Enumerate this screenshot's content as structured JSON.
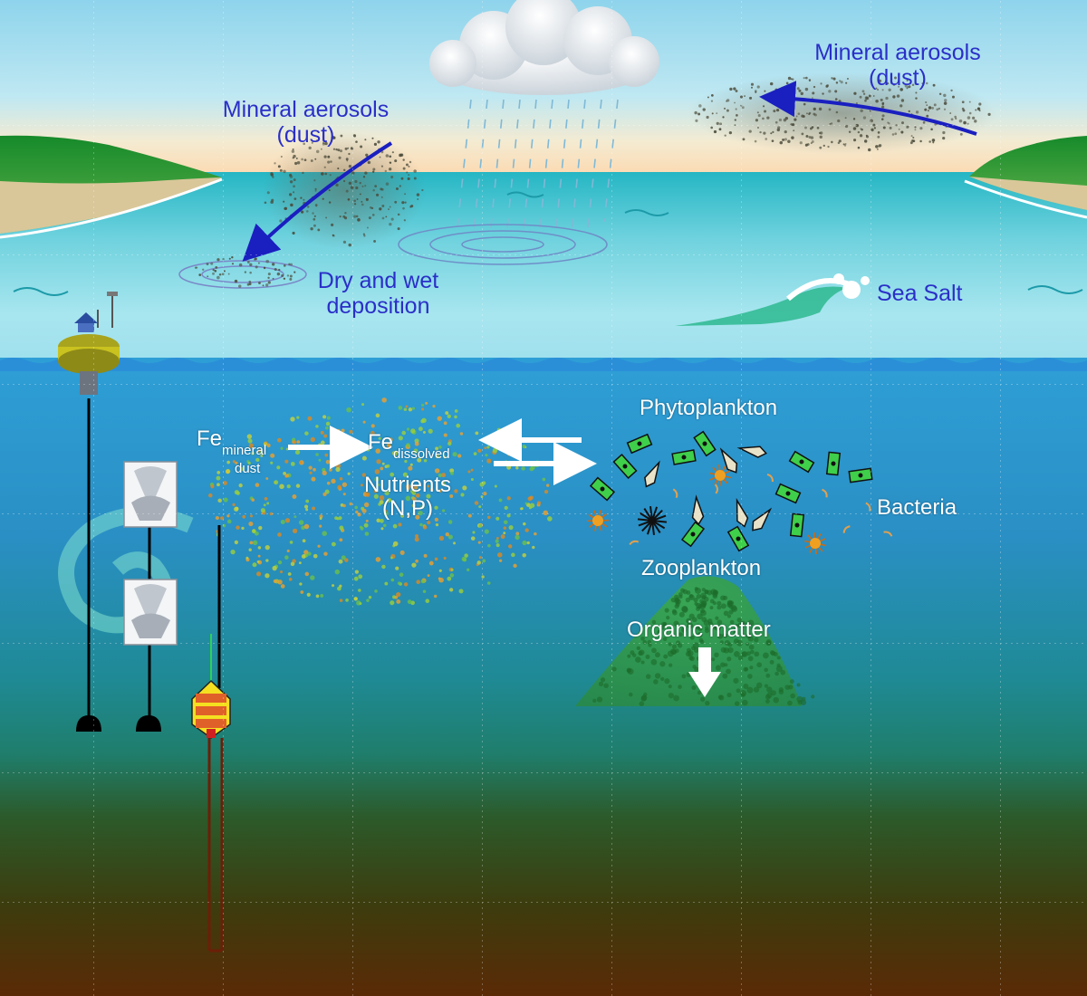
{
  "labels": {
    "dust_left_line1": "Mineral aerosols",
    "dust_left_line2": "(dust)",
    "dust_right_line1": "Mineral aerosols",
    "dust_right_line2": "(dust)",
    "deposition_line1": "Dry and wet",
    "deposition_line2": "deposition",
    "sea_salt": "Sea Salt",
    "fe_mineral": "Fe",
    "fe_mineral_sub1": "mineral",
    "fe_mineral_sub2": "dust",
    "fe_dissolved": "Fe",
    "fe_dissolved_sub": "dissolved",
    "nutrients_line1": "Nutrients",
    "nutrients_line2": "(N,P)",
    "phytoplankton": "Phytoplankton",
    "bacteria": "Bacteria",
    "zooplankton": "Zooplankton",
    "organic_matter": "Organic matter"
  },
  "colors": {
    "label_blue": "#2a2fc8",
    "arrow_blue": "#1a1fc0",
    "sky_top": "#8fd6ee",
    "horizon": "#fde3b5",
    "sea_surface": "#2bbcc5",
    "deep_water": "#1f8c8c",
    "sediment": "#3a3a10"
  },
  "icons": [
    "cloud-icon",
    "rain-icon",
    "buoy-icon",
    "sediment-trap-icon",
    "profiling-float-icon",
    "eddy-icon",
    "anchor-icon",
    "wave-icon"
  ]
}
